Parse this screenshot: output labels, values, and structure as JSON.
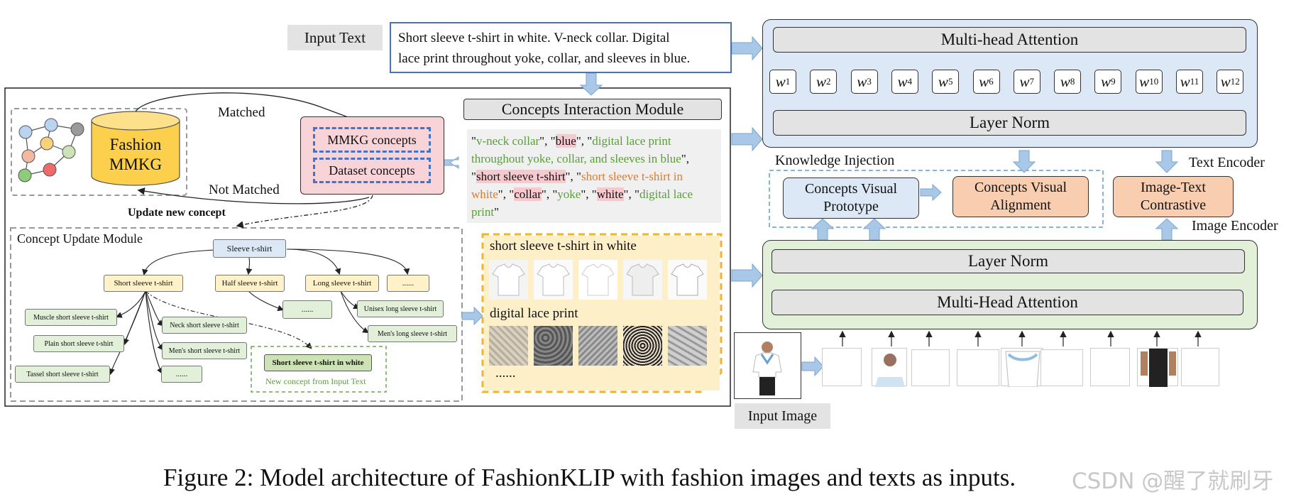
{
  "input_text": {
    "label": "Input Text",
    "content_line1": "Short sleeve t-shirt in white. V-neck collar. Digital",
    "content_line2": "lace print throughout yoke, collar, and sleeves in blue."
  },
  "mmkg": {
    "line1": "Fashion",
    "line2": "MMKG",
    "matched": "Matched",
    "not_matched": "Not Matched",
    "mmkg_concepts": "MMKG concepts",
    "dataset_concepts": "Dataset concepts",
    "update_new_concept": "Update new concept"
  },
  "cim": {
    "title": "Concepts Interaction Module",
    "concepts": [
      {
        "text": "v-neck collar",
        "color": "#5a9e3a",
        "highlight": false
      },
      {
        "text": "blue",
        "color": "#111111",
        "highlight": true
      },
      {
        "text": "digital lace print throughout yoke, collar, and sleeves in blue",
        "color": "#5a9e3a",
        "highlight": false
      },
      {
        "text": "short sleeve t-shirt",
        "color": "#111111",
        "highlight": true
      },
      {
        "text": "short sleeve t-shirt in white",
        "color": "#e07a2e",
        "highlight": false
      },
      {
        "text": "collar",
        "color": "#111111",
        "highlight": true
      },
      {
        "text": "yoke",
        "color": "#5a9e3a",
        "highlight": false
      },
      {
        "text": "white",
        "color": "#111111",
        "highlight": true
      },
      {
        "text": "digital lace print",
        "color": "#5a9e3a",
        "highlight": false
      }
    ]
  },
  "cum": {
    "title": "Concept Update Module",
    "root": "Sleeve t-shirt",
    "level1": [
      "Short sleeve t-shirt",
      "Half sleeve t-shirt",
      "Long sleeve t-shirt",
      "......"
    ],
    "short_children": [
      "Muscle short sleeve t-shirt",
      "Plain short sleeve t-shirt",
      "Tassel short sleeve t-shirt",
      "Neck short sleeve t-shirt",
      "Men's short sleeve t-shirt",
      "......"
    ],
    "half_children": [
      "......"
    ],
    "long_children": [
      "Unisex long sleeve t-shirt",
      "Men's long sleeve t-shirt"
    ],
    "new_concept": "Short sleeve t-shirt in white",
    "new_concept_caption": "New concept from Input Text"
  },
  "prototype_panel": {
    "label1": "short sleeve t-shirt in white",
    "label2": "digital lace print",
    "ellipsis": "......"
  },
  "text_encoder": {
    "label": "Text Encoder",
    "mha": "Multi-head Attention",
    "layer_norm": "Layer Norm",
    "weights": [
      "1",
      "2",
      "3",
      "4",
      "5",
      "6",
      "7",
      "8",
      "9",
      "10",
      "11",
      "12"
    ]
  },
  "knowledge": {
    "label": "Knowledge Injection",
    "cvp_line1": "Concepts Visual",
    "cvp_line2": "Prototype",
    "cva_line1": "Concepts Visual",
    "cva_line2": "Alignment",
    "itc_line1": "Image-Text",
    "itc_line2": "Contrastive"
  },
  "image_encoder": {
    "label": "Image Encoder",
    "layer_norm": "Layer Norm",
    "mha": "Multi-Head Attention",
    "input_image": "Input Image"
  },
  "caption": "Figure 2: Model architecture of FashionKLIP with fashion images and texts as inputs.",
  "watermark": "CSDN @醒了就刷牙",
  "colors": {
    "blue_arrow": "#a9c8e8",
    "text_encoder_bg": "#dce8f5",
    "image_encoder_bg": "#e2efd9",
    "orange_box": "#f9cdb0",
    "gray_box": "#e3e3e3",
    "pink_box": "#f8d3d8",
    "yellow_panel": "#fdf0c8"
  }
}
